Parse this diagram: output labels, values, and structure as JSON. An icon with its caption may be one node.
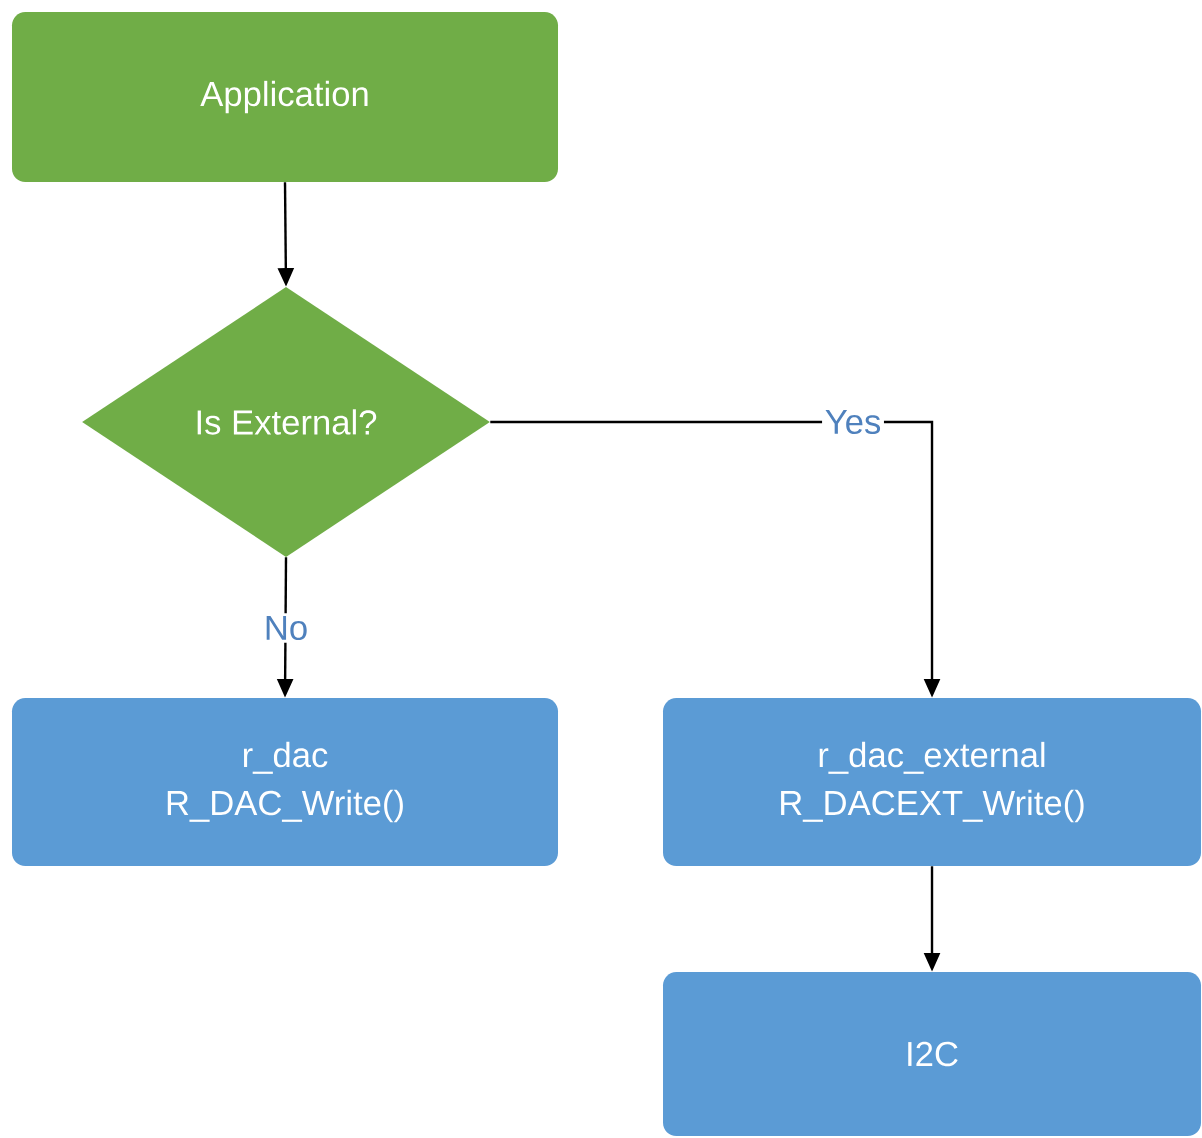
{
  "diagram": {
    "nodes": [
      {
        "text": [
          "Application"
        ]
      },
      {
        "text": [
          "Is External?"
        ]
      },
      {
        "text": [
          "r_dac",
          "R_DAC_Write()"
        ]
      },
      {
        "text": [
          "r_dac_external",
          "R_DACEXT_Write()"
        ]
      },
      {
        "text": [
          "I2C"
        ]
      }
    ],
    "edges": [
      {
        "from": 0,
        "to": 1,
        "arrow": "to"
      },
      {
        "from": 1,
        "to": 2,
        "arrow": "to",
        "label": "No"
      },
      {
        "from": 1,
        "to": 3,
        "arrow": "to",
        "label": "Yes"
      },
      {
        "from": 3,
        "to": 4,
        "arrow": "to"
      }
    ]
  }
}
